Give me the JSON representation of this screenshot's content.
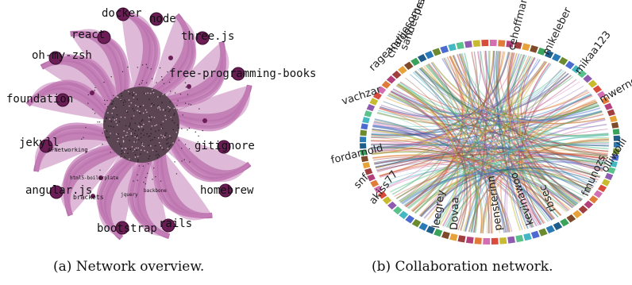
{
  "panel_a": {
    "caption": "(a) Network overview.",
    "major_repos": [
      "docker",
      "node",
      "react",
      "three.js",
      "oh-my-zsh",
      "free-programming-books",
      "foundation",
      "jekyll",
      "gitignore",
      "angular.js",
      "homebrew",
      "bootstrap",
      "rails"
    ],
    "minor_repos": [
      "AFNetworking",
      "html5-boilerplate",
      "brackets",
      "jquery",
      "backbone"
    ],
    "colors": {
      "petal": "#c57fb8",
      "petal_dark": "#a85e9b",
      "node": "#6a1e55",
      "core": "#5b4552"
    }
  },
  "panel_b": {
    "caption": "(b) Collaboration network.",
    "users": [
      "sandeepravi",
      "charliesome",
      "rageandqq",
      "vachzar",
      "fordarnold",
      "snf",
      "akiss77",
      "leegrey",
      "Dovaa",
      "pensterinn",
      "kevinawoo",
      "rbsec",
      "fmunozs",
      "olliwolli",
      "mwerne",
      "mikaa123",
      "mikeleber",
      "cehoffman"
    ]
  }
}
